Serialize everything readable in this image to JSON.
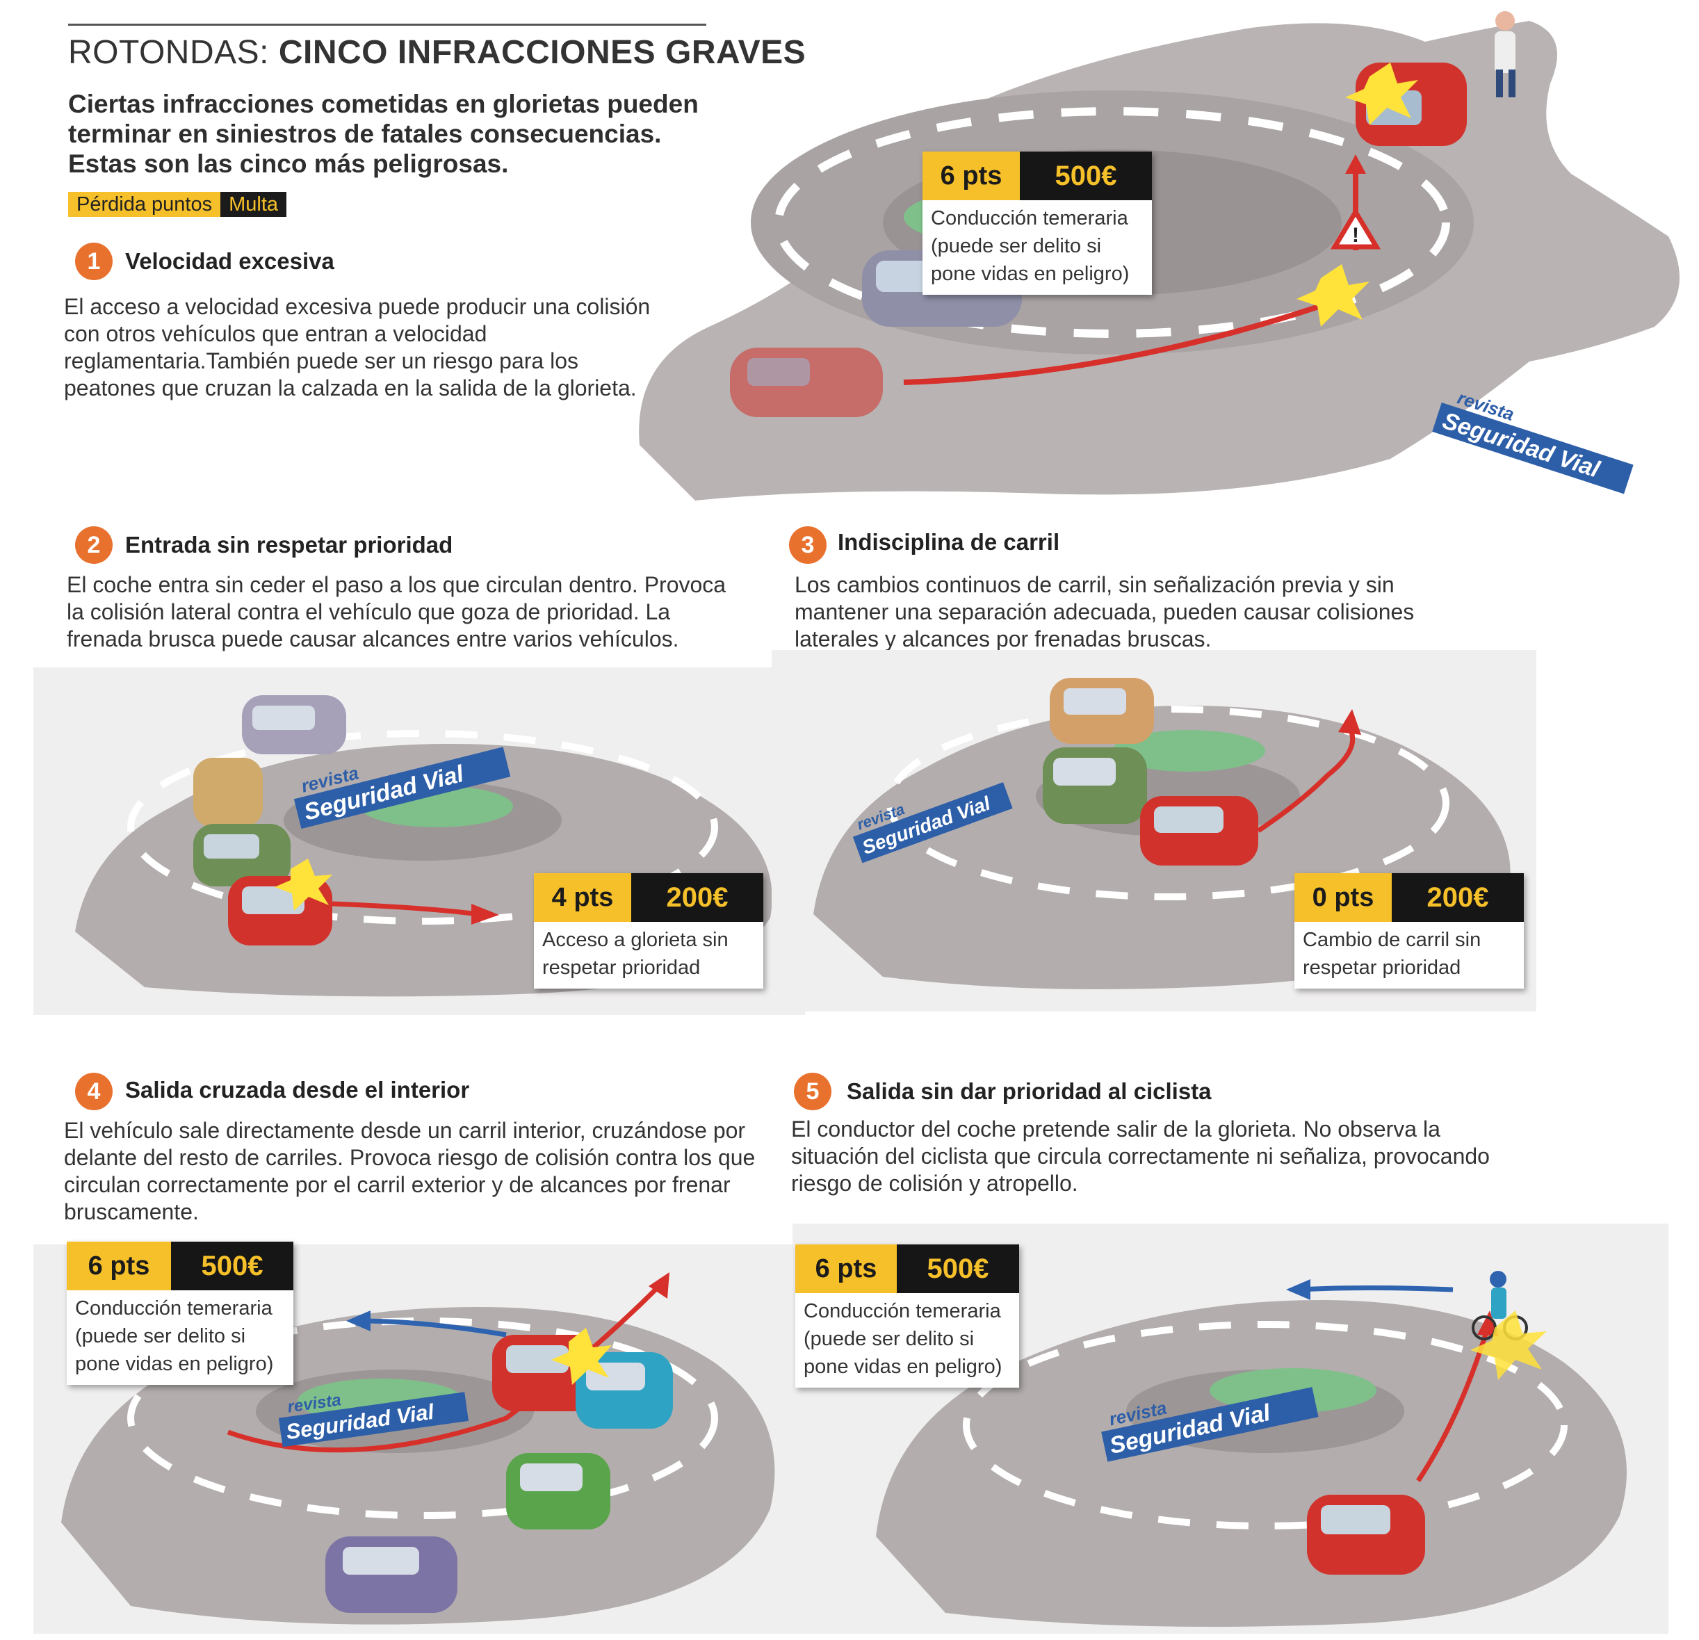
{
  "header": {
    "title_light": "ROTONDAS: ",
    "title_bold": "CINCO INFRACCIONES GRAVES",
    "intro": "Ciertas infracciones cometidas en glorietas pueden terminar en siniestros de fatales consecuencias. Estas son las cinco más peligrosas."
  },
  "legend": {
    "points_label": "Pérdida puntos",
    "fine_label": "Multa"
  },
  "watermark": {
    "line1": "revista",
    "line2": "Seguridad Vial"
  },
  "colors": {
    "accent_yellow": "#f6c02a",
    "dark": "#161616",
    "number_orange": "#e8712e",
    "road_gray": "#b3adad",
    "island_green": "#7fc08a",
    "car_red": "#d2322c",
    "arrow_red": "#d72f2a",
    "arrow_blue": "#2e63b0"
  },
  "sections": [
    {
      "number": "1",
      "title": "Velocidad excesiva",
      "body": "El acceso a velocidad excesiva puede producir una colisión con otros vehículos que entran a velocidad reglamentaria.También puede ser un riesgo para los peatones que cruzan la calzada en la salida de la glorieta.",
      "badge": {
        "points": "6 pts",
        "fine": "500€",
        "desc": "Conducción temeraria (puede ser delito si pone vidas en peligro)"
      }
    },
    {
      "number": "2",
      "title": "Entrada sin respetar prioridad",
      "body": "El coche entra sin ceder el paso a los que circulan dentro. Provoca la colisión lateral contra el vehículo que goza de prioridad. La frenada brusca puede causar alcances entre varios vehículos.",
      "badge": {
        "points": "4 pts",
        "fine": "200€",
        "desc": "Acceso a glorieta sin respetar prioridad"
      }
    },
    {
      "number": "3",
      "title": "Indisciplina de carril",
      "body": "Los cambios continuos de carril, sin señalización previa y sin mantener una separación adecuada, pueden causar colisiones laterales  y alcances por frenadas bruscas.",
      "badge": {
        "points": "0 pts",
        "fine": "200€",
        "desc": "Cambio de carril sin respetar prioridad"
      }
    },
    {
      "number": "4",
      "title": "Salida cruzada desde el interior",
      "body": "El vehículo sale directamente desde un carril interior, cruzándose por delante del resto de carriles. Provoca riesgo de colisión contra los que circulan correctamente por el carril exterior y de alcances por frenar bruscamente.",
      "badge": {
        "points": "6 pts",
        "fine": "500€",
        "desc": "Conducción temeraria (puede ser delito si pone vidas en peligro)"
      }
    },
    {
      "number": "5",
      "title": "Salida sin dar prioridad al ciclista",
      "body": "El conductor del coche pretende salir de la glorieta. No observa la situación del ciclista que circula correctamente ni señaliza, provocando riesgo de colisión y atropello.",
      "badge": {
        "points": "6 pts",
        "fine": "500€",
        "desc": "Conducción temeraria (puede ser delito si pone vidas en peligro)"
      }
    }
  ]
}
